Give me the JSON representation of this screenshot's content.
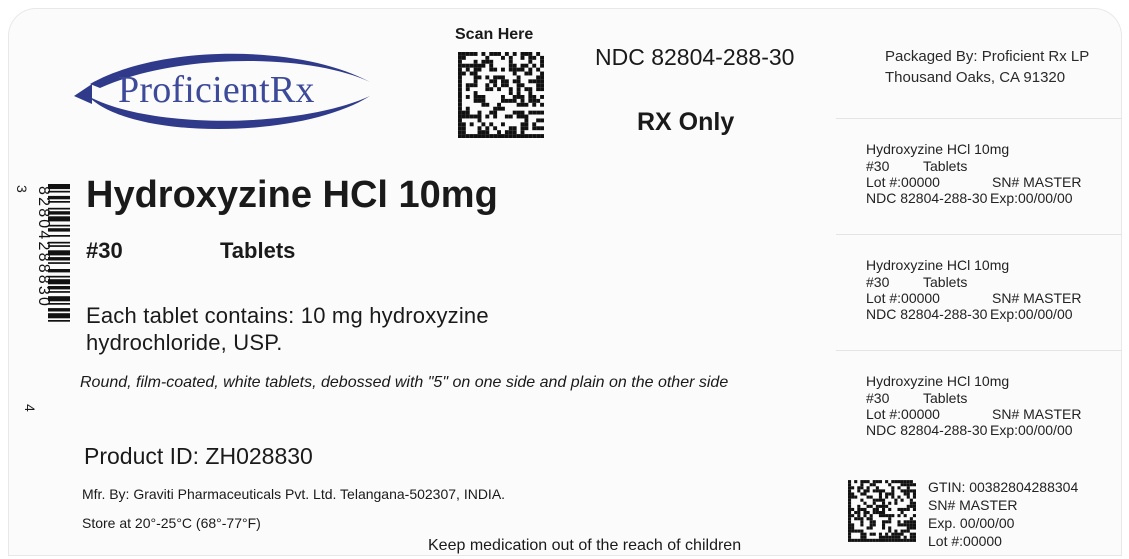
{
  "brand": {
    "logo_text": "ProficientRx"
  },
  "scan_label": "Scan Here",
  "ndc": "NDC 82804-288-30",
  "rx_only": "RX Only",
  "packager": {
    "line1": "Packaged By: Proficient Rx LP",
    "line2": "Thousand Oaks, CA 91320"
  },
  "product": {
    "title": "Hydroxyzine HCl 10mg",
    "count": "#30",
    "unit": "Tablets",
    "contains_line1": "Each tablet contains: 10 mg hydroxyzine",
    "contains_line2": "hydrochloride, USP.",
    "description": "Round, film-coated, white tablets, debossed with \"5\" on one side and plain on the other side",
    "product_id": "Product ID: ZH028830",
    "manufacturer": "Mfr. By: Graviti Pharmaceuticals Pvt. Ltd. Telangana-502307, INDIA.",
    "storage": "Store at 20°-25°C (68°-77°F)",
    "warning": "Keep medication out of the reach of children"
  },
  "barcode": {
    "lead": "3",
    "digits": "82804288830",
    "trail": "4"
  },
  "stickers": [
    {
      "name": "Hydroxyzine HCl 10mg",
      "count": "#30",
      "unit": "Tablets",
      "lot": "Lot #:00000",
      "sn": "SN# MASTER",
      "ndc": "NDC 82804-288-30",
      "exp": "Exp:00/00/00"
    },
    {
      "name": "Hydroxyzine HCl 10mg",
      "count": "#30",
      "unit": "Tablets",
      "lot": "Lot #:00000",
      "sn": "SN# MASTER",
      "ndc": "NDC 82804-288-30",
      "exp": "Exp:00/00/00"
    },
    {
      "name": "Hydroxyzine HCl 10mg",
      "count": "#30",
      "unit": "Tablets",
      "lot": "Lot #:00000",
      "sn": "SN# MASTER",
      "ndc": "NDC 82804-288-30",
      "exp": "Exp:00/00/00"
    }
  ],
  "gtin_block": {
    "gtin": "GTIN: 00382804288304",
    "sn": "SN# MASTER",
    "exp": "Exp.  00/00/00",
    "lot": "Lot #:00000"
  },
  "colors": {
    "logo_blue": "#3d4a9a",
    "logo_swoosh": "#2f3a8a",
    "text": "#1a1a1a"
  }
}
